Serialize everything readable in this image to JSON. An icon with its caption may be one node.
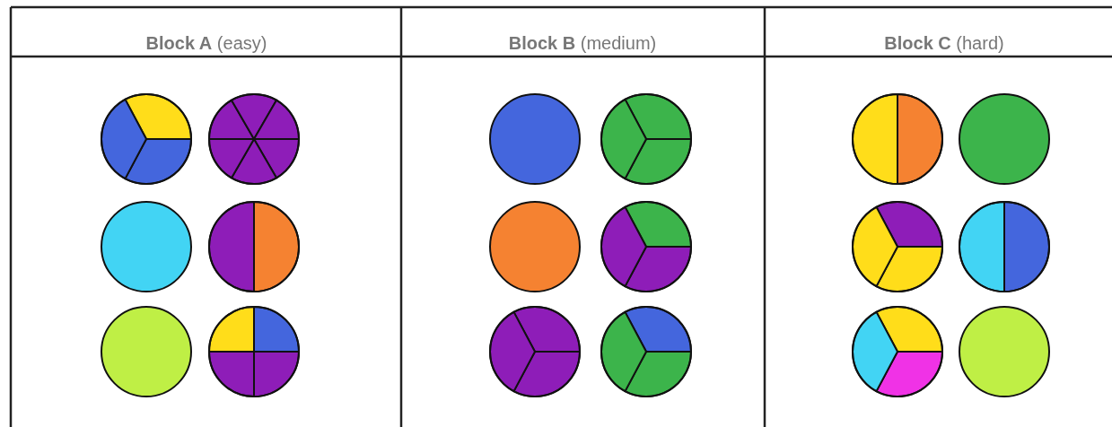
{
  "diagram": {
    "labels": [
      "**Block A** (easy)",
      "**Block B** (medium)",
      "**Block C** (hard)"
    ]
  }
}
